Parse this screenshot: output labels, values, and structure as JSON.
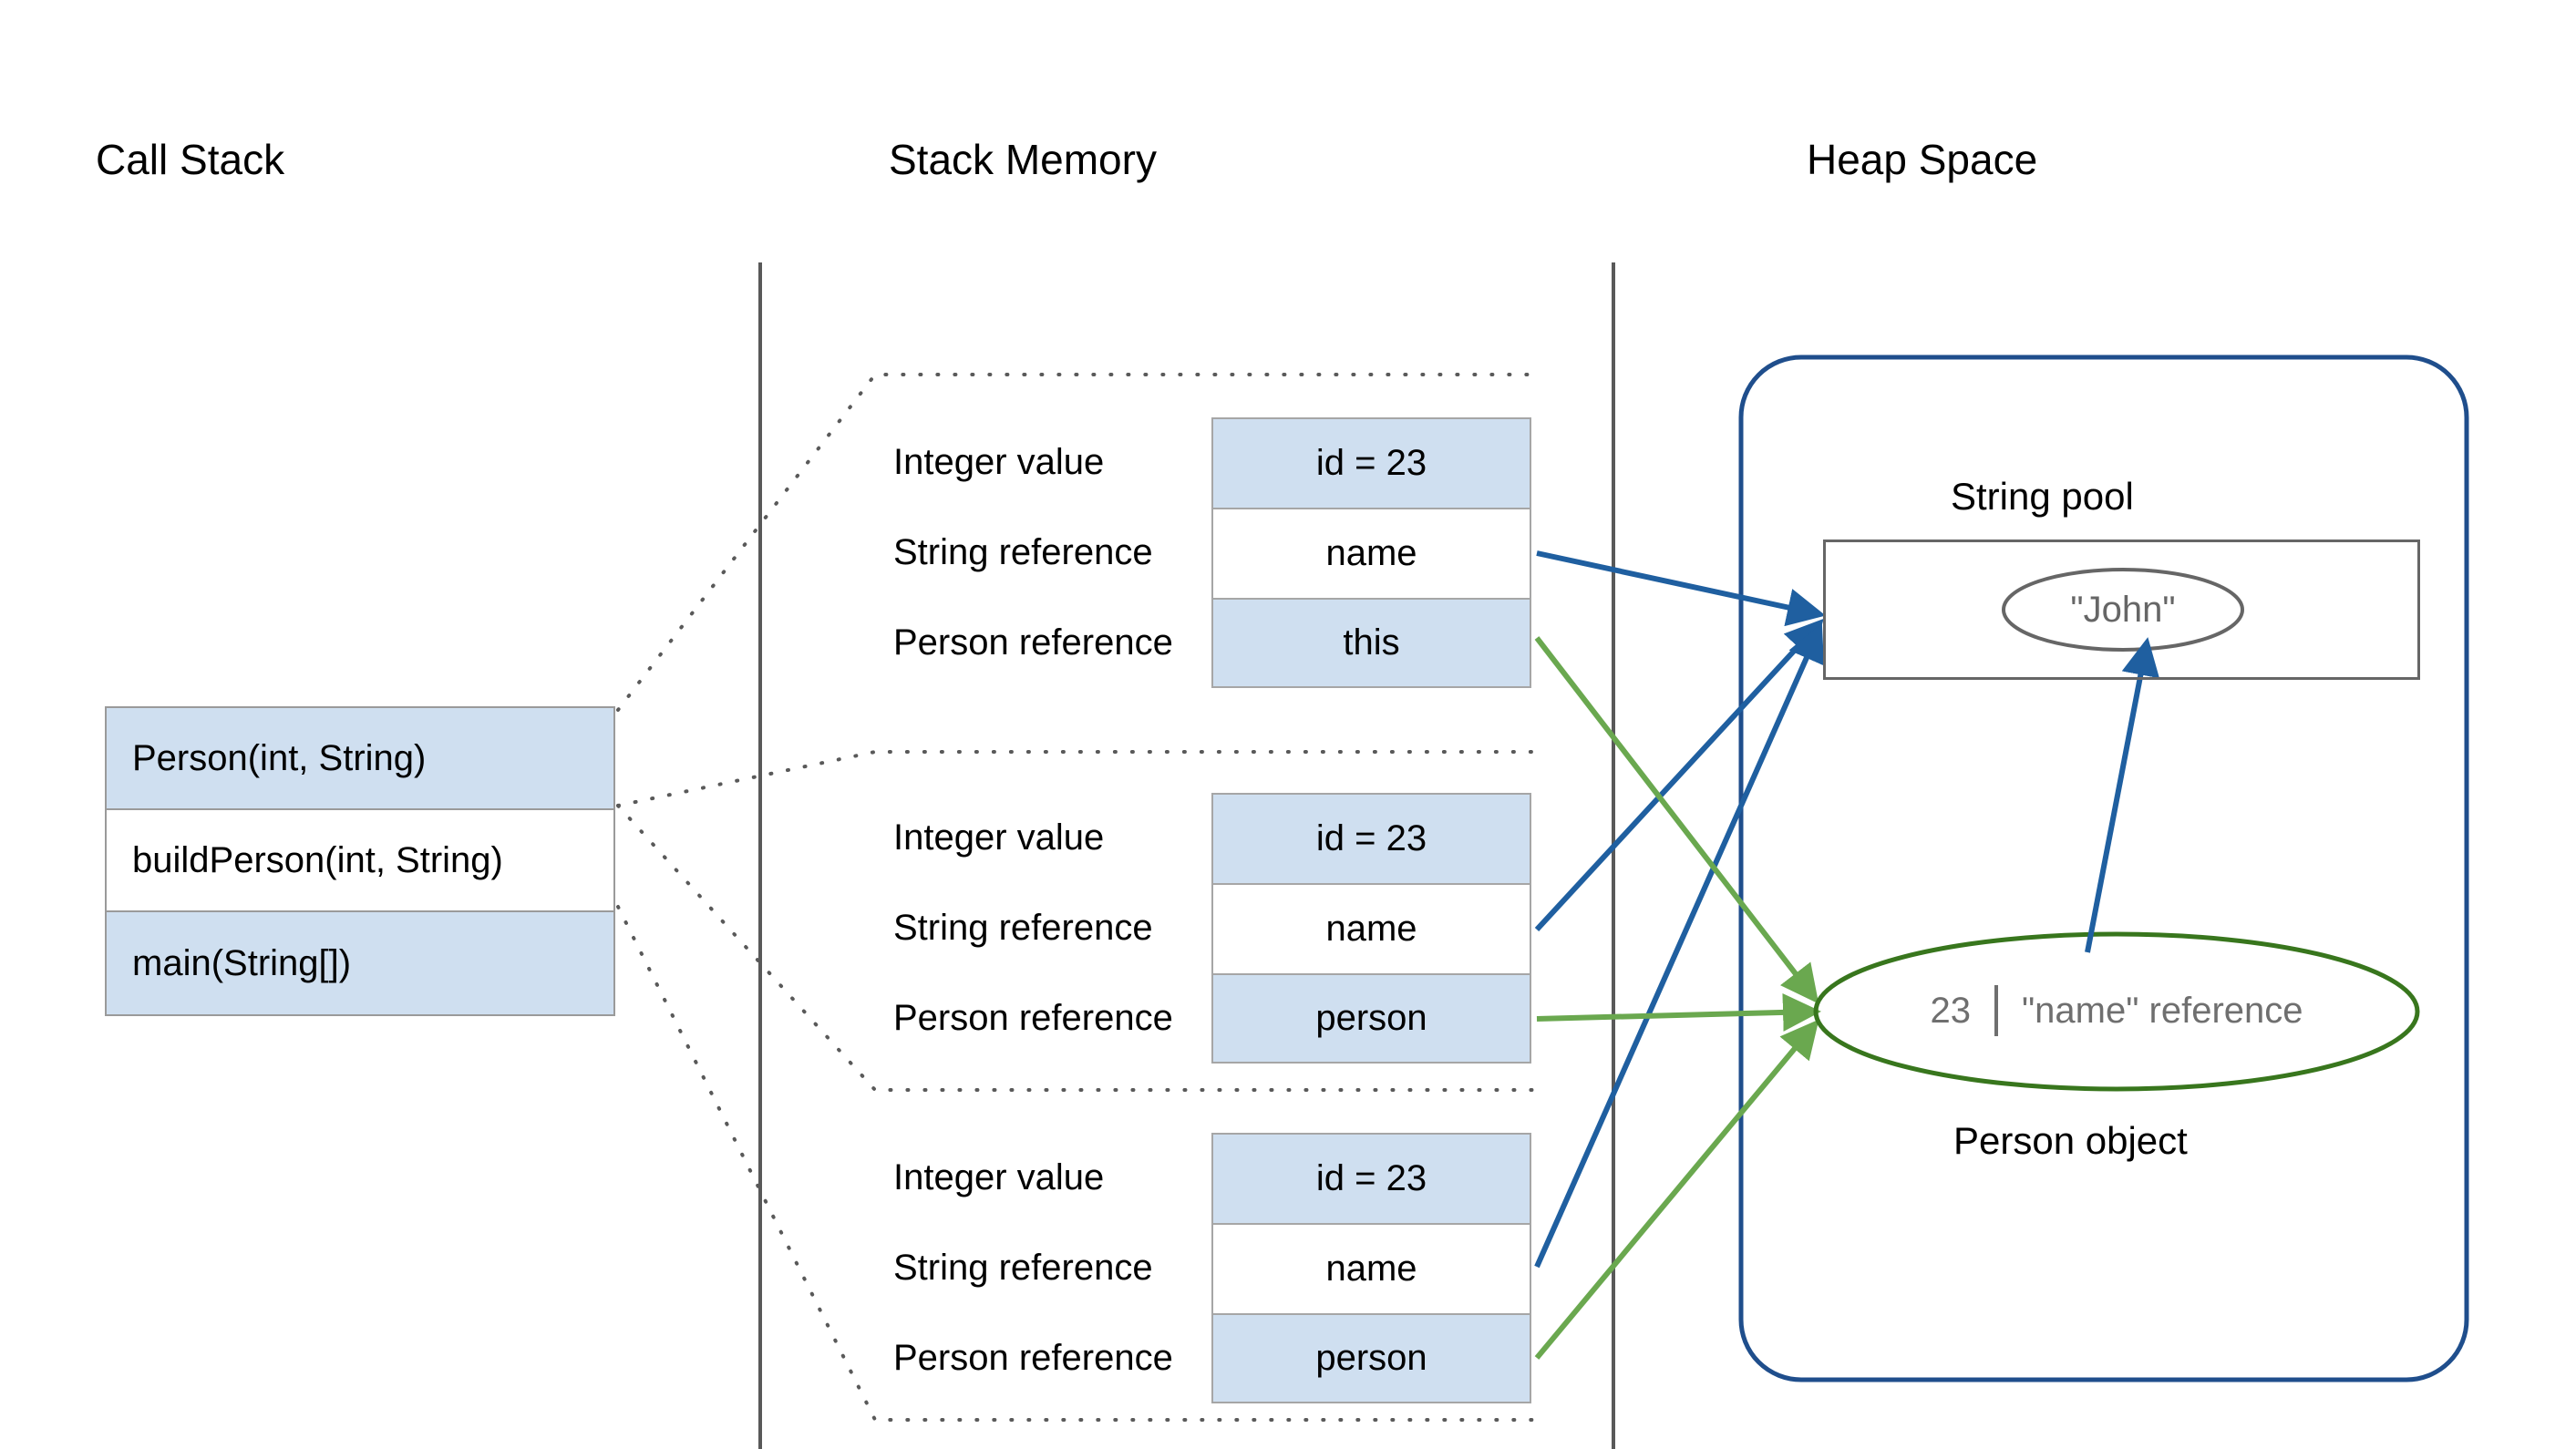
{
  "columns": [
    {
      "title": "Call Stack"
    },
    {
      "title": "Stack Memory"
    },
    {
      "title": "Heap Space"
    }
  ],
  "call_stack": {
    "frames": [
      {
        "label": "Person(int, String)",
        "filled": true
      },
      {
        "label": "buildPerson(int, String)",
        "filled": false
      },
      {
        "label": "main(String[])",
        "filled": true
      }
    ]
  },
  "stack_memory": {
    "frames": [
      {
        "rows": [
          {
            "label": "Integer value",
            "value": "id = 23",
            "filled": true
          },
          {
            "label": "String reference",
            "value": "name",
            "filled": false
          },
          {
            "label": "Person reference",
            "value": "this",
            "filled": true
          }
        ]
      },
      {
        "rows": [
          {
            "label": "Integer value",
            "value": "id = 23",
            "filled": true
          },
          {
            "label": "String reference",
            "value": "name",
            "filled": false
          },
          {
            "label": "Person reference",
            "value": "person",
            "filled": true
          }
        ]
      },
      {
        "rows": [
          {
            "label": "Integer value",
            "value": "id = 23",
            "filled": true
          },
          {
            "label": "String reference",
            "value": "name",
            "filled": false
          },
          {
            "label": "Person reference",
            "value": "person",
            "filled": true
          }
        ]
      }
    ]
  },
  "heap": {
    "string_pool": {
      "title": "String pool",
      "interned_value": "\"John\""
    },
    "person_object": {
      "caption": "Person object",
      "id_value": "23",
      "name_field": "\"name\" reference"
    }
  },
  "colors": {
    "cell_fill": "#cfdff0",
    "cell_border": "#a6a6a6",
    "heap_border": "#1f4e8c",
    "string_arrow": "#1f5fa0",
    "person_arrow": "#6aa84f",
    "person_ellipse": "#38761d",
    "pool_box": "#666666",
    "divider": "#595959",
    "dotted": "#595959",
    "muted_text": "#6f6f6f"
  }
}
